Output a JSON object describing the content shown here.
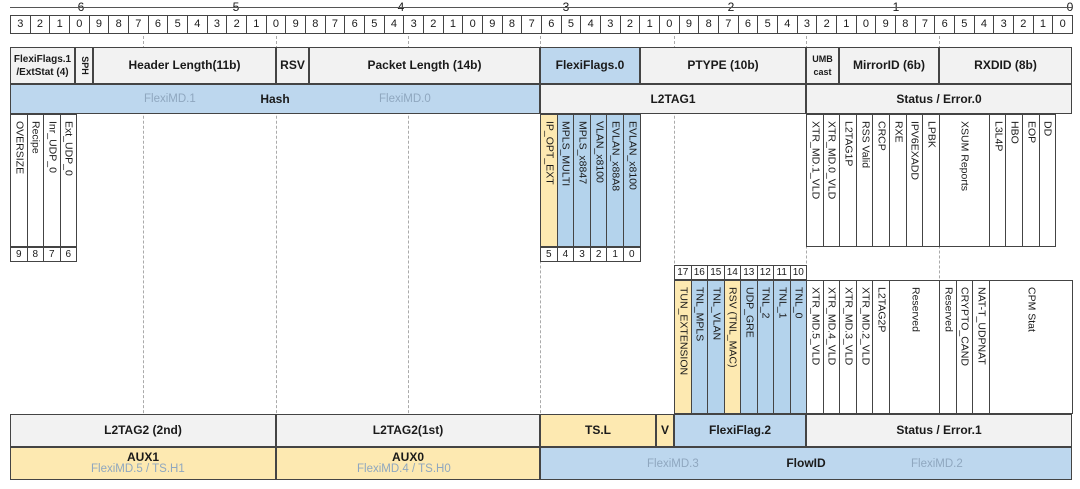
{
  "byte_numbers": [
    "6",
    "5",
    "4",
    "3",
    "2",
    "1",
    "0"
  ],
  "bit_row": [
    "3",
    "2",
    "1",
    "0",
    "9",
    "8",
    "7",
    "6",
    "5",
    "4",
    "3",
    "2",
    "1",
    "0",
    "9",
    "8",
    "7",
    "6",
    "5",
    "4",
    "3",
    "2",
    "1",
    "0",
    "9",
    "8",
    "7",
    "6",
    "5",
    "4",
    "3",
    "2",
    "1",
    "0",
    "9",
    "8",
    "7",
    "6",
    "5",
    "4",
    "3",
    "2",
    "1",
    "0",
    "9",
    "8",
    "7",
    "6",
    "5",
    "4",
    "3",
    "2",
    "1",
    "0"
  ],
  "row1": {
    "flexiflags1": "FlexiFlags.1 /ExtStat (4)",
    "sph": "SPH",
    "header_length": "Header Length(11b)",
    "rsv": "RSV",
    "packet_length": "Packet Length (14b)",
    "flexiflags0": "FlexiFlags.0",
    "ptype": "PTYPE (10b)",
    "umb": "UMB cast",
    "mirrorid": "MirrorID (6b)",
    "rxdid": "RXDID (8b)"
  },
  "row2": {
    "flexi1": "FlexiMD.1",
    "hash": "Hash",
    "flexi0": "FlexiMD.0",
    "l2tag1": "L2TAG1",
    "status0": "Status / Error.0"
  },
  "status_left": [
    "OVERSIZE",
    "Recipe",
    "Inr_UDP_0",
    "Ext_UDP_0"
  ],
  "status_left_nums": [
    "9",
    "8",
    "7",
    "6"
  ],
  "flexi0_bits": [
    "IP_OPT_EXT",
    "MPLS_MULTI",
    "MPLS_x8847",
    "VLAN_x8100",
    "EVLAN_x88A8",
    "EVLAN_x8100"
  ],
  "flexi0_nums": [
    "5",
    "4",
    "3",
    "2",
    "1",
    "0"
  ],
  "status0_bits": [
    "XTR_MD.1_VLD",
    "XTR_MD.0_VLD",
    "L2TAG1P",
    "RSS Valid",
    "CRCP",
    "RXE",
    "IPV6EXADD",
    "LPBK",
    "XSUM Reports",
    "L3L4P",
    "HBO",
    "EOP",
    "DD"
  ],
  "flexi2_nums": [
    "17",
    "16",
    "15",
    "14",
    "13",
    "12",
    "11",
    "10"
  ],
  "flexi2_bits": [
    "TUN_EXTENSION",
    "TNL_MPLS",
    "TNL_VLAN",
    "RSV (TNL_MAC)",
    "UDP_GRE",
    "TNL_2",
    "TNL_1",
    "TNL_0"
  ],
  "status1_bits": [
    "XTR_MD.5_VLD",
    "XTR_MD.4_VLD",
    "XTR_MD.3_VLD",
    "XTR_MD.2_VLD",
    "L2TAG2P",
    "Reserved",
    "Reserved",
    "CRYPTO_CAND",
    "NAT-T_UDPNAT",
    "CPM Stat"
  ],
  "row3": {
    "l2tag2_2nd": "L2TAG2 (2nd)",
    "l2tag2_1st": "L2TAG2(1st)",
    "tsl": "TS.L",
    "v": "V",
    "flexiflag2": "FlexiFlag.2",
    "status1": "Status / Error.1"
  },
  "row4": {
    "aux1": "AUX1",
    "aux1_sub": "FlexiMD.5 / TS.H1",
    "aux0": "AUX0",
    "aux0_sub": "FlexiMD.4 / TS.H0",
    "flexi3": "FlexiMD.3",
    "flowid": "FlowID",
    "flexi2": "FlexiMD.2"
  },
  "colors": {
    "blue": "#bdd7ee",
    "yellow": "#fde9b1",
    "grey": "#f2f2f2"
  }
}
